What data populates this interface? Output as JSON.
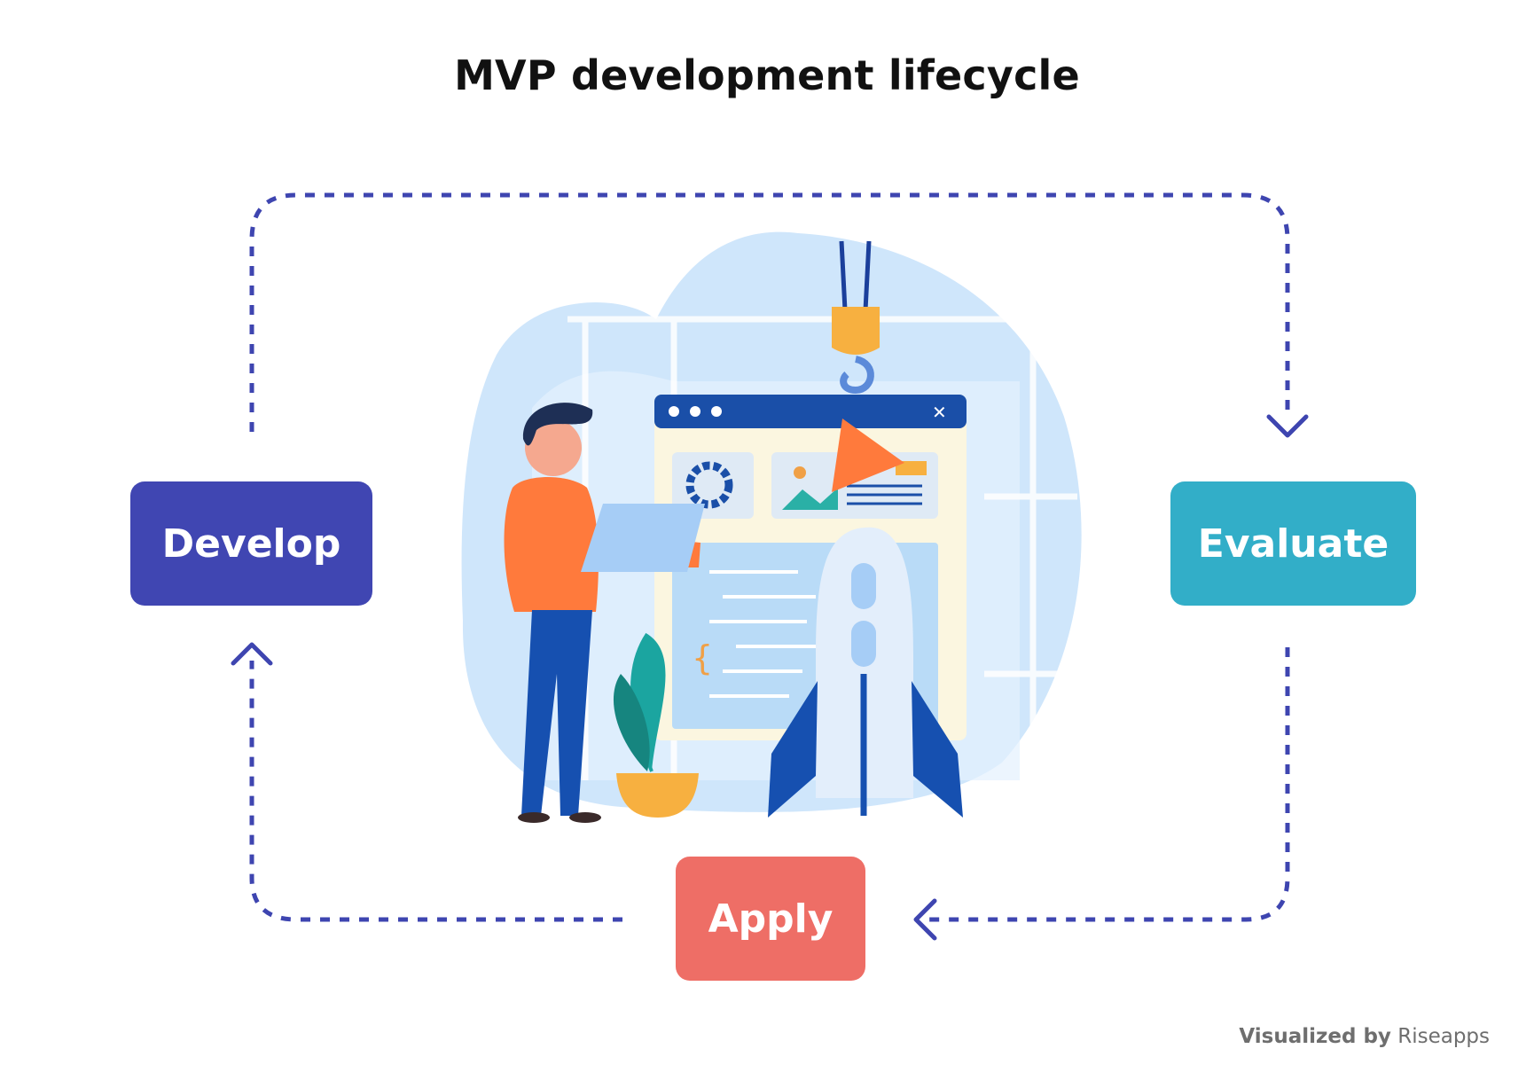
{
  "title": "MVP development lifecycle",
  "nodes": {
    "develop": {
      "label": "Develop",
      "color": "#4046b2"
    },
    "evaluate": {
      "label": "Evaluate",
      "color": "#32aec8"
    },
    "apply": {
      "label": "Apply",
      "color": "#ee6e66"
    }
  },
  "edges": [
    {
      "from": "Develop",
      "to": "Evaluate"
    },
    {
      "from": "Evaluate",
      "to": "Apply"
    },
    {
      "from": "Apply",
      "to": "Develop"
    }
  ],
  "arrow_color": "#3e45b0",
  "credit": {
    "prefix": "Visualized by",
    "brand": "Riseapps"
  }
}
